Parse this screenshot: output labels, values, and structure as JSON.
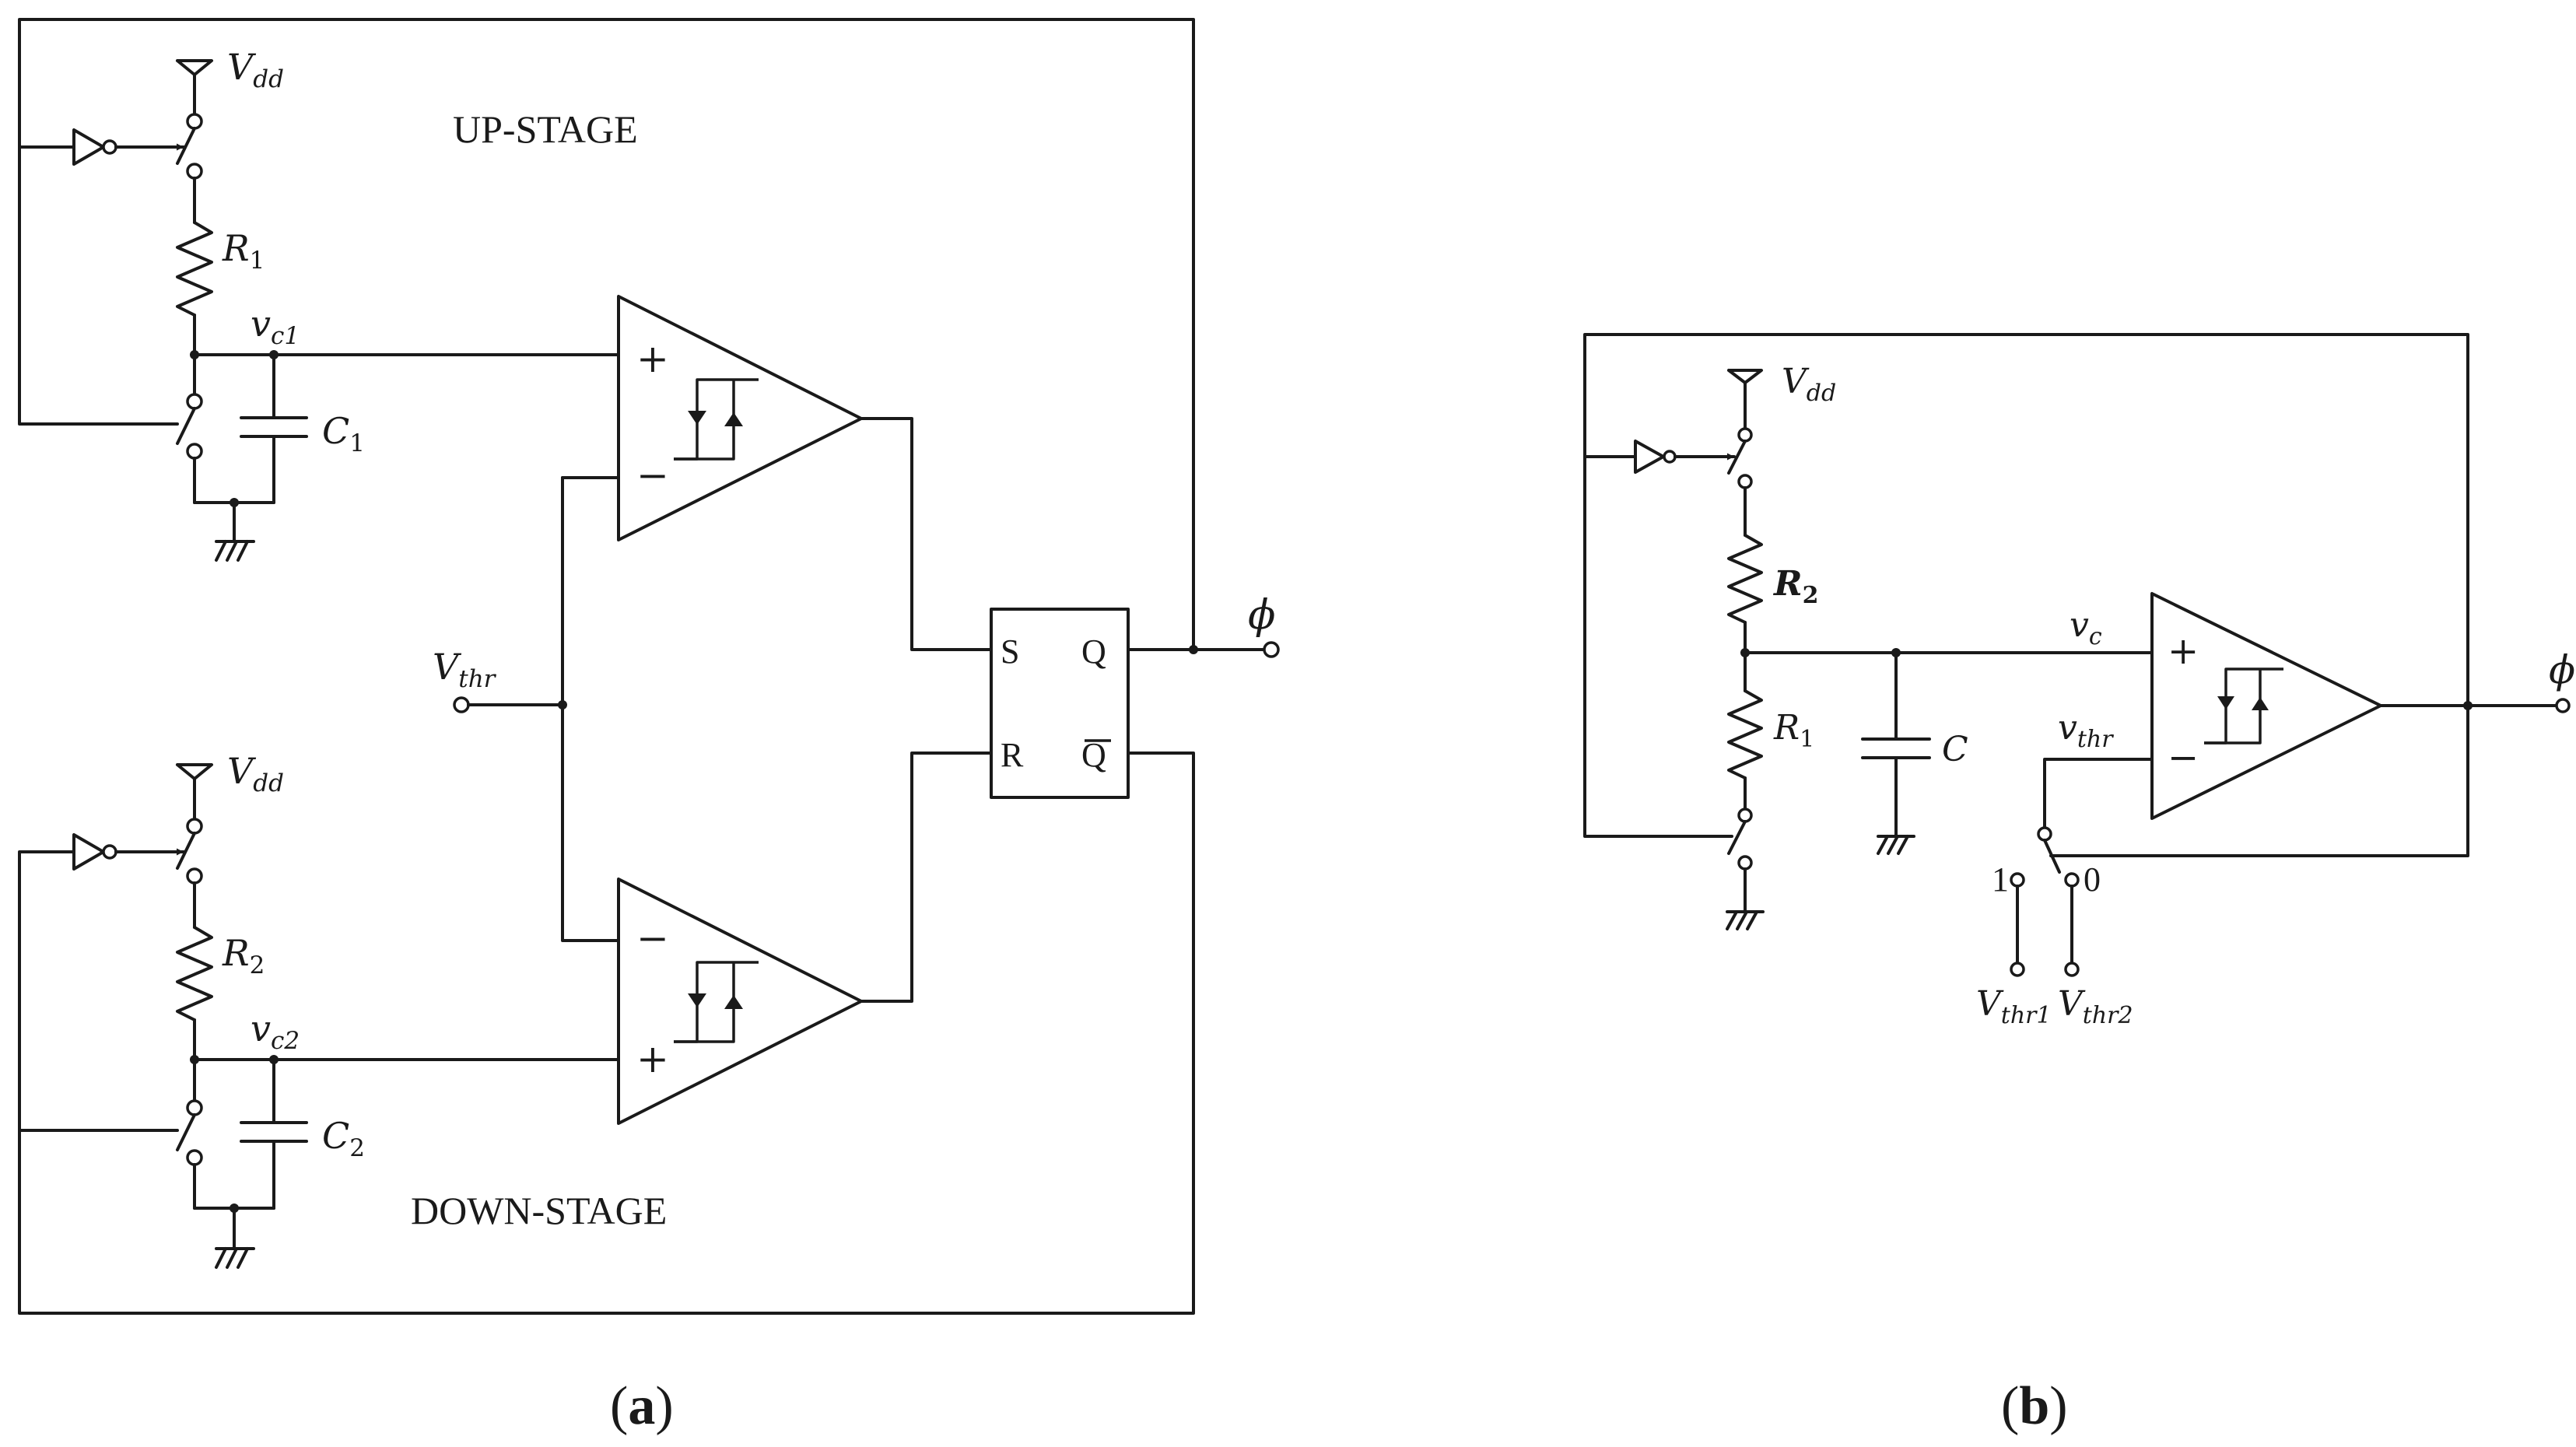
{
  "panels": {
    "a": {
      "caption": {
        "open": "(",
        "letter": "a",
        "close": ")"
      },
      "up_stage": "UP-STAGE",
      "down_stage": "DOWN-STAGE",
      "vdd_top": {
        "main": "V",
        "sub": "dd"
      },
      "vdd_bottom": {
        "main": "V",
        "sub": "dd"
      },
      "r1": {
        "main": "R",
        "sub": "1"
      },
      "r2": {
        "main": "R",
        "sub": "2"
      },
      "c1": {
        "main": "C",
        "sub": "1"
      },
      "c2": {
        "main": "C",
        "sub": "2"
      },
      "vc1": {
        "main": "v",
        "sub": "c1"
      },
      "vc2": {
        "main": "v",
        "sub": "c2"
      },
      "vthr": {
        "main": "V",
        "sub": "thr"
      },
      "phi": "ϕ",
      "ff": {
        "s": "S",
        "r": "R",
        "q": "Q",
        "qbar": "Q"
      },
      "plus": "+",
      "minus": "−"
    },
    "b": {
      "caption": {
        "open": "(",
        "letter": "b",
        "close": ")"
      },
      "vdd": {
        "main": "V",
        "sub": "dd"
      },
      "r2": {
        "main": "R",
        "sub": "2"
      },
      "r1": {
        "main": "R",
        "sub": "1"
      },
      "c": "C",
      "vc": {
        "main": "v",
        "sub": "c"
      },
      "vthr": {
        "main": "v",
        "sub": "thr"
      },
      "vthr1": {
        "main": "V",
        "sub": "thr1"
      },
      "vthr2": {
        "main": "V",
        "sub": "thr2"
      },
      "sel_1": "1",
      "sel_0": "0",
      "phi": "ϕ",
      "plus": "+",
      "minus": "−"
    }
  }
}
